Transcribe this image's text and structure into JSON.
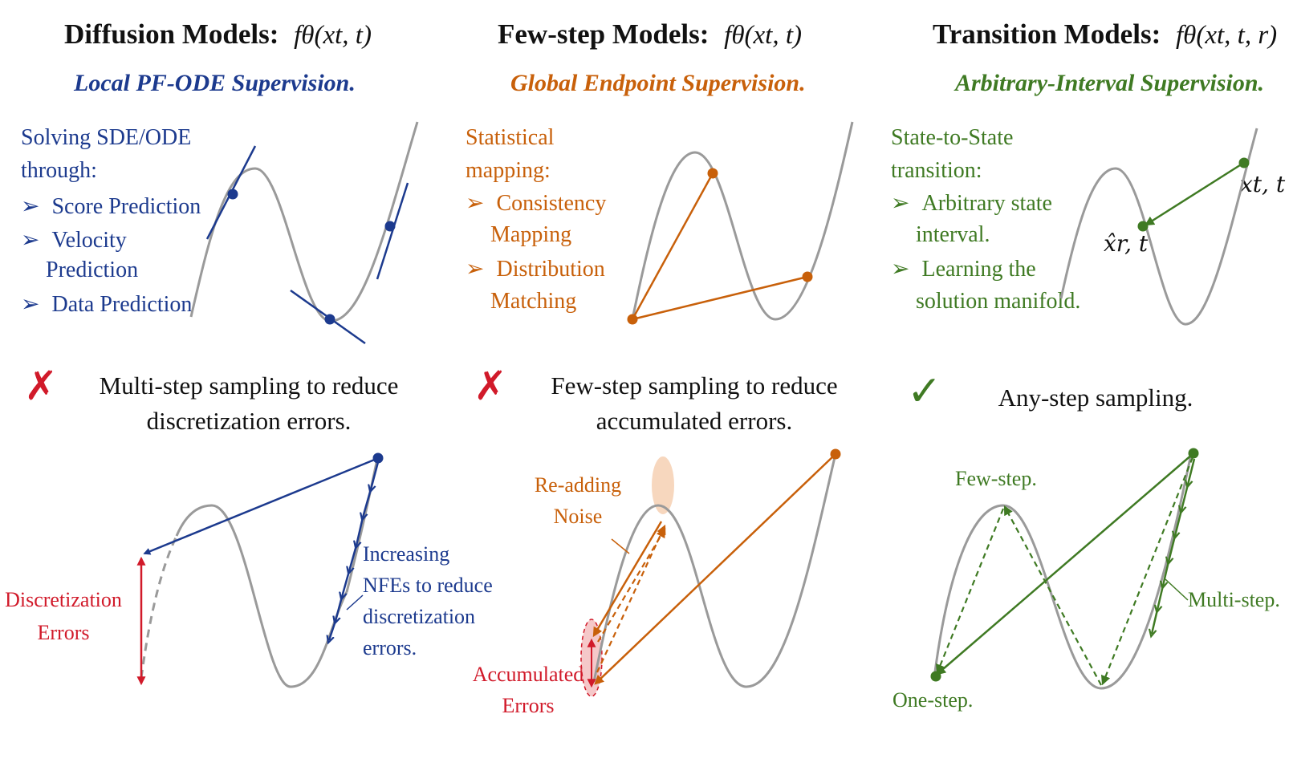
{
  "columns": [
    {
      "id": "diffusion",
      "title": "Diffusion Models:",
      "formula": "fθ(xt, t)",
      "subtitle": "Local PF-ODE Supervision.",
      "intro": [
        "Solving SDE/ODE",
        "through:"
      ],
      "bullets": [
        [
          "Score Prediction"
        ],
        [
          "Velocity",
          "Prediction"
        ],
        [
          "Data Prediction"
        ]
      ],
      "verdict_mark": "✗",
      "verdict": [
        "Multi-step sampling to reduce",
        "discretization errors."
      ],
      "labels": {
        "errors": [
          "Discretization",
          "Errors"
        ],
        "nfes": [
          "Increasing",
          "NFEs to reduce",
          "discretization",
          "errors."
        ]
      }
    },
    {
      "id": "fewstep",
      "title": "Few-step Models:",
      "formula": "fθ(xt, t)",
      "subtitle": "Global Endpoint Supervision.",
      "intro": [
        "Statistical",
        "mapping:"
      ],
      "bullets": [
        [
          "Consistency",
          "Mapping"
        ],
        [
          "Distribution",
          "Matching"
        ]
      ],
      "verdict_mark": "✗",
      "verdict": [
        "Few-step sampling to reduce",
        "accumulated errors."
      ],
      "labels": {
        "noise": [
          "Re-adding",
          "Noise"
        ],
        "accumulated": [
          "Accumulated",
          "Errors"
        ]
      }
    },
    {
      "id": "transition",
      "title": "Transition Models:",
      "formula": "fθ(xt, t, r)",
      "subtitle": "Arbitrary-Interval Supervision.",
      "intro": [
        "State-to-State",
        "transition:"
      ],
      "bullets": [
        [
          "Arbitrary state",
          "interval."
        ],
        [
          "Learning the",
          "solution manifold."
        ]
      ],
      "verdict_mark": "✓",
      "verdict": [
        "Any-step sampling."
      ],
      "labels": {
        "xt": "xt, t",
        "xr": "x̂r, t",
        "few": "Few-step.",
        "multi": "Multi-step.",
        "one": "One-step."
      }
    }
  ],
  "colors": {
    "blue": "#1c3a8e",
    "orange": "#c8600a",
    "green": "#3f7a23",
    "red": "#d11a2a",
    "curve": "#9a9a9a",
    "ink": "#111111"
  },
  "icons": {
    "bullet": "arrowhead-bullet-icon",
    "cross": "red-cross-icon",
    "check": "green-check-icon"
  }
}
